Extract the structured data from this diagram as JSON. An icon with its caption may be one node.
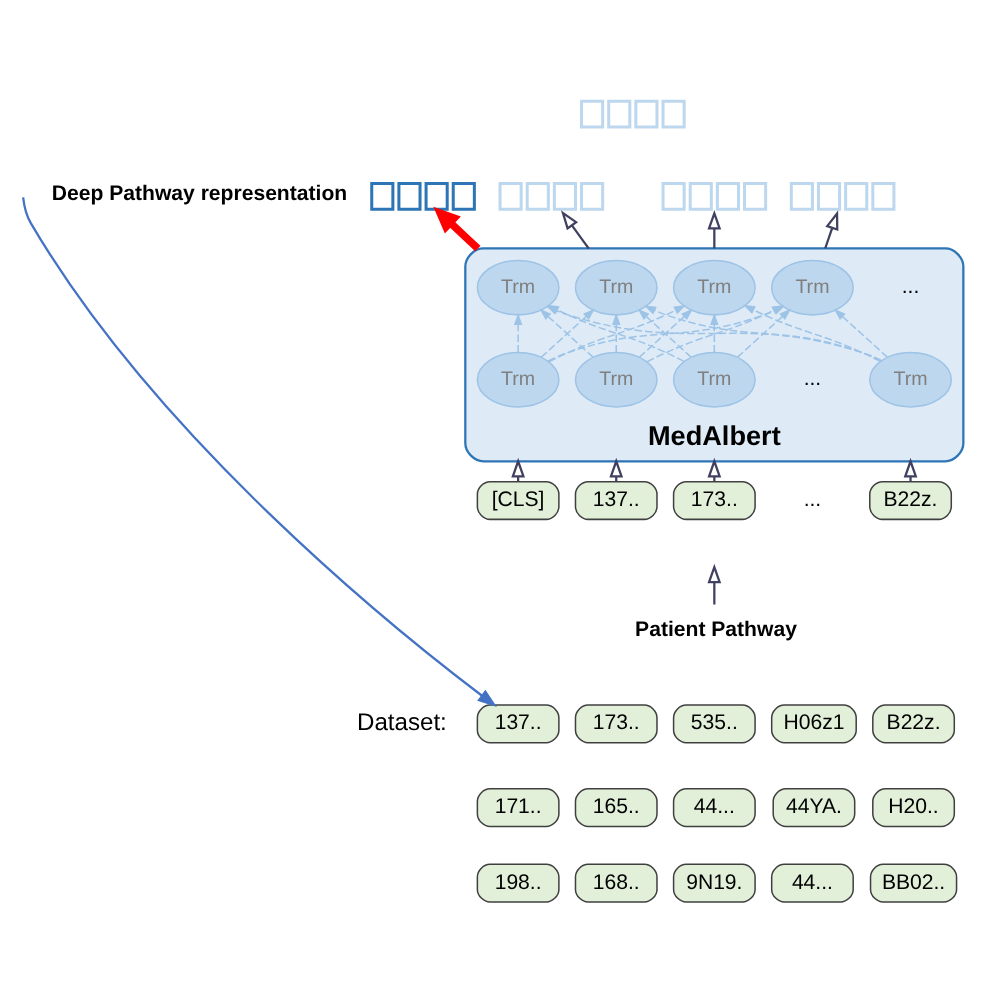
{
  "diagram": {
    "nodes": [
      {
        "text": [],
        "shape": "box"
      },
      {
        "text": [],
        "shape": "box",
        "beside": [
          "Deep Pathway representation"
        ]
      },
      {
        "text": [],
        "shape": "box"
      },
      {
        "text": [],
        "shape": "box"
      },
      {
        "text": [],
        "shape": "box"
      },
      {
        "text": [
          "MedAlbert"
        ]
      },
      {
        "text": [
          "Trm"
        ],
        "in": 5
      },
      {
        "text": [
          "Trm"
        ],
        "in": 5
      },
      {
        "text": [
          "Trm"
        ],
        "in": 5
      },
      {
        "text": [
          "Trm"
        ],
        "in": 5
      },
      {
        "text": [
          "Trm"
        ],
        "in": 5
      },
      {
        "text": [
          "Trm"
        ],
        "in": 5
      },
      {
        "text": [
          "Trm"
        ],
        "in": 5
      },
      {
        "text": [
          "Trm"
        ],
        "in": 5
      },
      {
        "text": [
          "[CLS]"
        ]
      },
      {
        "text": [
          "137.."
        ]
      },
      {
        "text": [
          "173.."
        ]
      },
      {
        "text": [
          "B22z."
        ]
      },
      {
        "text": [
          "Patient Pathway"
        ]
      },
      {
        "text": [
          "137.."
        ]
      },
      {
        "text": [
          "173.."
        ]
      },
      {
        "text": [
          "535.."
        ]
      },
      {
        "text": [
          "H06z1"
        ]
      },
      {
        "text": [
          "B22z."
        ]
      },
      {
        "text": [
          "171.."
        ]
      },
      {
        "text": [
          "165.."
        ]
      },
      {
        "text": [
          "44..."
        ]
      },
      {
        "text": [
          "44YA."
        ]
      },
      {
        "text": [
          "H20.."
        ]
      },
      {
        "text": [
          "198.."
        ]
      },
      {
        "text": [
          "168.."
        ]
      },
      {
        "text": [
          "9N19."
        ]
      },
      {
        "text": [
          "44..."
        ]
      },
      {
        "text": [
          "BB02.."
        ]
      }
    ],
    "edges": [
      {
        "from": 5,
        "to": 1,
        "arrow": "to",
        "style": "thick",
        "color": "#ff0000"
      },
      {
        "from": 5,
        "to": 2,
        "arrow": "to",
        "color": "#404060"
      },
      {
        "from": 5,
        "to": 3,
        "arrow": "to",
        "color": "#404060"
      },
      {
        "from": 5,
        "to": 4,
        "arrow": "to",
        "color": "#404060"
      },
      {
        "from": 10,
        "to": 6,
        "arrow": "to",
        "style": "dashed",
        "color": "#9dc3e6"
      },
      {
        "from": 10,
        "to": 7,
        "arrow": "to",
        "style": "dashed",
        "color": "#9dc3e6"
      },
      {
        "from": 10,
        "to": 8,
        "arrow": "to",
        "style": "dashed",
        "color": "#9dc3e6"
      },
      {
        "from": 10,
        "to": 9,
        "arrow": "to",
        "style": "dashed",
        "color": "#9dc3e6"
      },
      {
        "from": 11,
        "to": 6,
        "arrow": "to",
        "style": "dashed",
        "color": "#9dc3e6"
      },
      {
        "from": 11,
        "to": 7,
        "arrow": "to",
        "style": "dashed",
        "color": "#9dc3e6"
      },
      {
        "from": 11,
        "to": 8,
        "arrow": "to",
        "style": "dashed",
        "color": "#9dc3e6"
      },
      {
        "from": 11,
        "to": 9,
        "arrow": "to",
        "style": "dashed",
        "color": "#9dc3e6"
      },
      {
        "from": 12,
        "to": 6,
        "arrow": "to",
        "style": "dashed",
        "color": "#9dc3e6"
      },
      {
        "from": 12,
        "to": 7,
        "arrow": "to",
        "style": "dashed",
        "color": "#9dc3e6"
      },
      {
        "from": 12,
        "to": 8,
        "arrow": "to",
        "style": "dashed",
        "color": "#9dc3e6"
      },
      {
        "from": 12,
        "to": 9,
        "arrow": "to",
        "style": "dashed",
        "color": "#9dc3e6"
      },
      {
        "from": 13,
        "to": 6,
        "arrow": "to",
        "style": "dashed",
        "color": "#9dc3e6"
      },
      {
        "from": 13,
        "to": 7,
        "arrow": "to",
        "style": "dashed",
        "color": "#9dc3e6"
      },
      {
        "from": 13,
        "to": 8,
        "arrow": "to",
        "style": "dashed",
        "color": "#9dc3e6"
      },
      {
        "from": 13,
        "to": 9,
        "arrow": "to",
        "style": "dashed",
        "color": "#9dc3e6"
      },
      {
        "from": 14,
        "to": 5,
        "arrow": "to",
        "color": "#404060"
      },
      {
        "from": 15,
        "to": 5,
        "arrow": "to",
        "color": "#404060"
      },
      {
        "from": 16,
        "to": 5,
        "arrow": "to",
        "color": "#404060"
      },
      {
        "from": 17,
        "to": 5,
        "arrow": "to",
        "color": "#404060"
      },
      {
        "from": 18,
        "to": null,
        "arrow": "to",
        "color": "#404060"
      },
      {
        "from": null,
        "to": 19,
        "arrow": "to",
        "color": "#4472c4"
      }
    ],
    "labels": [
      "...",
      "...",
      "...",
      "Dataset:"
    ]
  }
}
